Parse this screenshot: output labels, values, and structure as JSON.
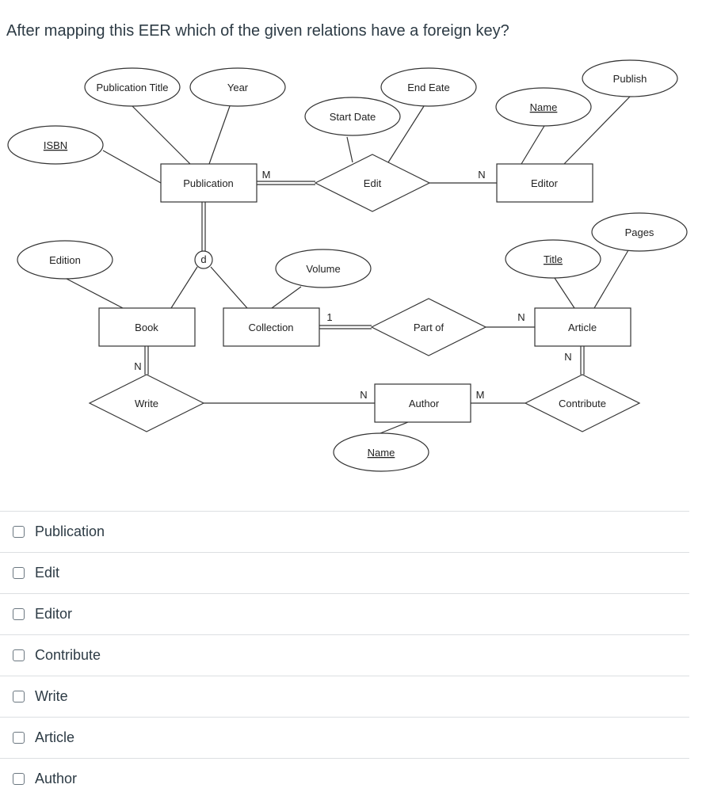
{
  "question": "After mapping this EER which of the given relations have a foreign key?",
  "diagram": {
    "entities": {
      "publication": "Publication",
      "book": "Book",
      "collection": "Collection",
      "editor": "Editor",
      "article": "Article",
      "author": "Author"
    },
    "relationships": {
      "edit": "Edit",
      "part_of": "Part of",
      "write": "Write",
      "contribute": "Contribute"
    },
    "attributes": {
      "publication_title": "Publication Title",
      "year": "Year",
      "isbn": "ISBN",
      "start_date": "Start Date",
      "end_date": "End Eate",
      "editor_name": "Name",
      "publish": "Publish",
      "edition": "Edition",
      "volume": "Volume",
      "title": "Title",
      "pages": "Pages",
      "author_name": "Name"
    },
    "disjoint": "d",
    "cardinalities": {
      "pub_edit": "M",
      "edit_editor": "N",
      "collection_partof": "1",
      "partof_article": "N",
      "book_write": "N",
      "write_author": "N",
      "author_contribute": "M",
      "article_contribute": "N"
    }
  },
  "options": [
    "Publication",
    "Edit",
    "Editor",
    "Contribute",
    "Write",
    "Article",
    "Author"
  ]
}
